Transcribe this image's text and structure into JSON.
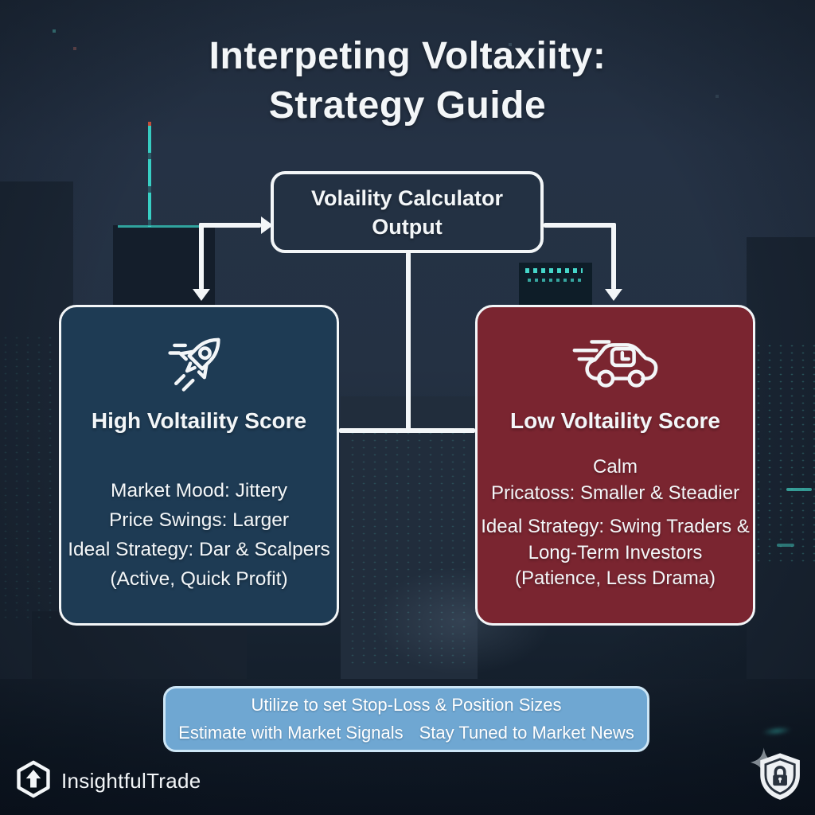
{
  "page_title": {
    "line1": "Interpeting Voltaxiity:",
    "line2": "Strategy Guide"
  },
  "flowchart": {
    "calculator_box": {
      "label": "Volaility Calculator Output"
    },
    "high_volatility_box": {
      "icon": "rocket-icon",
      "title": "High Voltaility Score",
      "lines": [
        "Market Mood: Jittery",
        "Price Swings: Larger",
        "Ideal Strategy: Dar & Scalpers",
        "(Active, Quick Profit)"
      ]
    },
    "low_volatility_box": {
      "icon": "fast-car-icon",
      "title": "Low Voltaility Score",
      "lines": [
        "Calm",
        "Pricatoss: Smaller & Steadier",
        "Ideal Strategy: Swing Traders &",
        "Long-Term Investors",
        "(Patience, Less Drama)"
      ]
    }
  },
  "usage_note": {
    "line1": "Utilize to set Stop-Loss & Position Sizes",
    "line2_left": "Estimate with Market Signals",
    "line2_right": "Stay Tuned to Market News"
  },
  "brand": {
    "name": "InsightfulTrade",
    "icon": "hexagon-up-arrow-icon"
  },
  "security_badge": {
    "icon": "shield-lock-icon"
  },
  "colors": {
    "background": "#233040",
    "high_box": "#1e3b54",
    "low_box": "#7a2530",
    "note_box": "#6fa7d2",
    "note_border": "#cde6f6",
    "connector": "#f3f6f8",
    "accent_teal": "#3ad0c6",
    "text": "#f3f6f8"
  }
}
